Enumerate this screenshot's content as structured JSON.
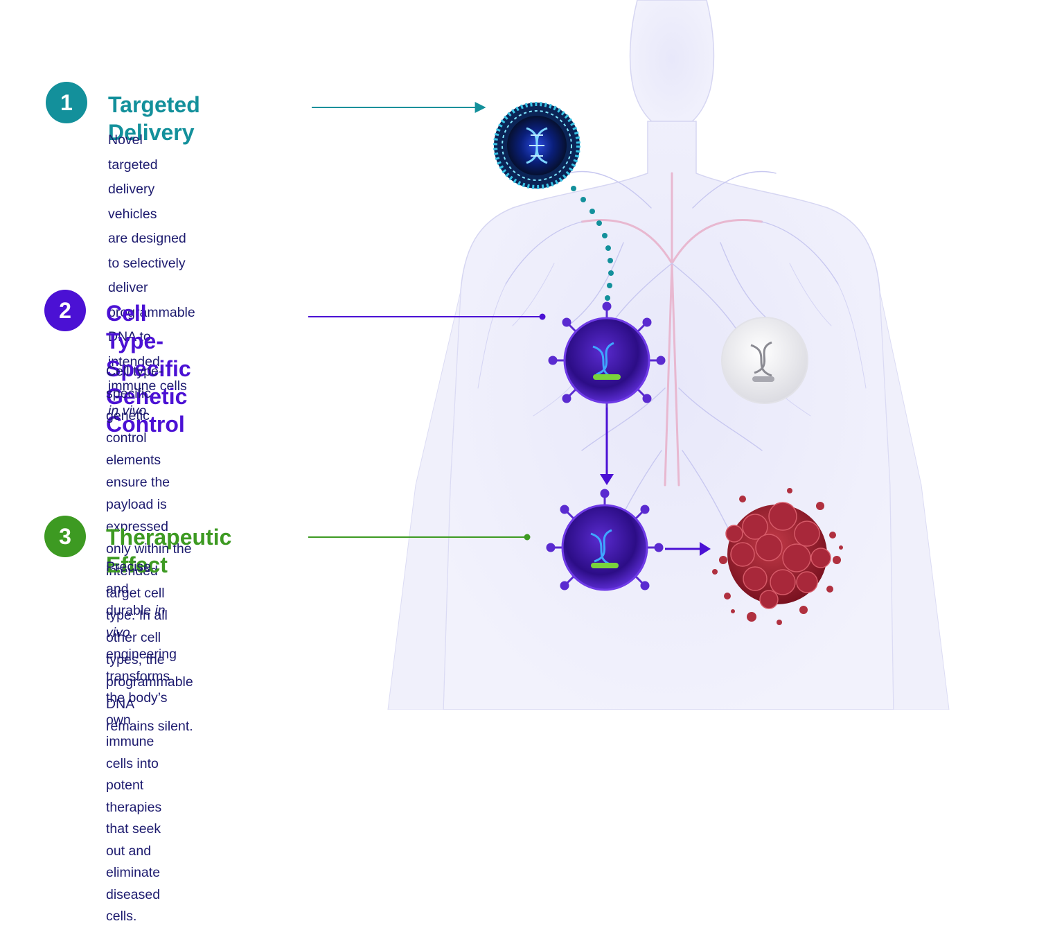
{
  "colors": {
    "step1": "#13909b",
    "step2": "#4b11d4",
    "step3": "#3d9a22",
    "text": "#1c1a6e",
    "cell": "#3a0f9c",
    "tumor": "#a4202f"
  },
  "steps": [
    {
      "number": "1",
      "title_lines": [
        "Targeted Delivery"
      ],
      "description": [
        [
          "Novel targeted delivery vehicles"
        ],
        [
          "are designed to selectively deliver"
        ],
        [
          "programmable DNA to intended"
        ],
        [
          "immune cells ",
          {
            "em": "in vivo"
          },
          "."
        ]
      ]
    },
    {
      "number": "2",
      "title_lines": [
        "Cell Type-Specific",
        "Genetic Control"
      ],
      "description": [
        [
          "Cell type-specific genetic control"
        ],
        [
          "elements ensure the payload is"
        ],
        [
          "expressed only within the intended"
        ],
        [
          "target cell type. In all other cell"
        ],
        [
          "types, the programmable DNA"
        ],
        [
          "remains silent."
        ]
      ]
    },
    {
      "number": "3",
      "title_lines": [
        "Therapeutic Effect"
      ],
      "description": [
        [
          "Precise and durable ",
          {
            "em": "in vivo"
          }
        ],
        [
          "engineering transforms the body’s"
        ],
        [
          "own immune cells into potent"
        ],
        [
          "therapies that seek out and"
        ],
        [
          "eliminate diseased cells."
        ]
      ]
    }
  ],
  "illustration": {
    "delivery_vehicle": {
      "icon": "dna-nanoparticle-icon"
    },
    "target_cells": [
      {
        "icon": "immune-cell-dna-icon",
        "state": "active"
      },
      {
        "icon": "immune-cell-dna-icon",
        "state": "active"
      }
    ],
    "non_target_cell": {
      "icon": "grey-cell-dna-icon",
      "state": "silent"
    },
    "diseased_cell": {
      "icon": "tumor-cell-icon"
    }
  }
}
